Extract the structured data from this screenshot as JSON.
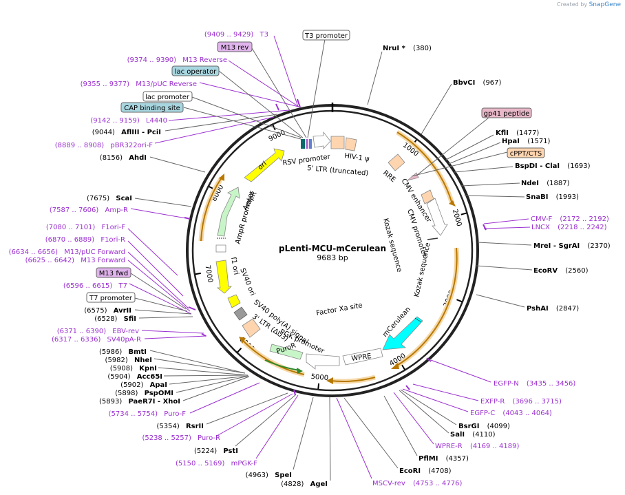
{
  "credit": {
    "prefix": "Created by",
    "brand": "SnapGene"
  },
  "plasmid": {
    "name": "pLenti-MCU-mCerulean",
    "length_label": "9683 bp",
    "total_bp": 9683
  },
  "ticks": [
    {
      "label": "1000",
      "bp": 1000
    },
    {
      "label": "2000",
      "bp": 2000
    },
    {
      "label": "3000",
      "bp": 3000
    },
    {
      "label": "4000",
      "bp": 4000
    },
    {
      "label": "5000",
      "bp": 5000
    },
    {
      "label": "6000",
      "bp": 6000
    },
    {
      "label": "7000",
      "bp": 7000
    },
    {
      "label": "8000",
      "bp": 8000
    },
    {
      "label": "9000",
      "bp": 9000
    }
  ],
  "sites_right": [
    {
      "name": "NruI *",
      "pos": "(380)",
      "bp": 380
    },
    {
      "name": "BbvCI",
      "pos": "(967)",
      "bp": 967
    },
    {
      "name": "KflI",
      "pos": "(1477)",
      "bp": 1477
    },
    {
      "name": "HpaI",
      "pos": "(1571)",
      "bp": 1571
    },
    {
      "name": "BspDI - ClaI",
      "pos": "(1693)",
      "bp": 1693
    },
    {
      "name": "NdeI",
      "pos": "(1887)",
      "bp": 1887
    },
    {
      "name": "SnaBI",
      "pos": "(1993)",
      "bp": 1993
    },
    {
      "name": "MreI - SgrAI",
      "pos": "(2370)",
      "bp": 2370
    },
    {
      "name": "EcoRV",
      "pos": "(2560)",
      "bp": 2560
    },
    {
      "name": "PshAI",
      "pos": "(2847)",
      "bp": 2847
    },
    {
      "name": "BsrGI",
      "pos": "(4099)",
      "bp": 4099
    },
    {
      "name": "SalI",
      "pos": "(4110)",
      "bp": 4110
    },
    {
      "name": "PflMI",
      "pos": "(4357)",
      "bp": 4357
    },
    {
      "name": "EcoRI",
      "pos": "(4708)",
      "bp": 4708
    }
  ],
  "sites_left": [
    {
      "name": "AflIII - PciI",
      "pos": "(9044)",
      "bp": 9044
    },
    {
      "name": "AhdI",
      "pos": "(8156)",
      "bp": 8156
    },
    {
      "name": "ScaI",
      "pos": "(7675)",
      "bp": 7675
    },
    {
      "name": "AvrII",
      "pos": "(6575)",
      "bp": 6575
    },
    {
      "name": "SfiI",
      "pos": "(6528)",
      "bp": 6528
    },
    {
      "name": "BmtI",
      "pos": "(5986)",
      "bp": 5986
    },
    {
      "name": "NheI",
      "pos": "(5982)",
      "bp": 5982
    },
    {
      "name": "KpnI",
      "pos": "(5908)",
      "bp": 5908
    },
    {
      "name": "Acc65I",
      "pos": "(5904)",
      "bp": 5904
    },
    {
      "name": "ApaI",
      "pos": "(5902)",
      "bp": 5902
    },
    {
      "name": "PspOMI",
      "pos": "(5898)",
      "bp": 5898
    },
    {
      "name": "PaeR7I - XhoI",
      "pos": "(5893)",
      "bp": 5893
    },
    {
      "name": "RsrII",
      "pos": "(5354)",
      "bp": 5354
    },
    {
      "name": "PstI",
      "pos": "(5224)",
      "bp": 5224
    },
    {
      "name": "SpeI",
      "pos": "(4963)",
      "bp": 4963
    },
    {
      "name": "AgeI",
      "pos": "(4828)",
      "bp": 4828
    }
  ],
  "primers_right": [
    {
      "name": "CMV-F",
      "pos": "(2172 .. 2192)"
    },
    {
      "name": "LNCX",
      "pos": "(2218 .. 2242)"
    },
    {
      "name": "EGFP-N",
      "pos": "(3435 .. 3456)"
    },
    {
      "name": "EXFP-R",
      "pos": "(3696 .. 3715)"
    },
    {
      "name": "EGFP-C",
      "pos": "(4043 .. 4064)"
    },
    {
      "name": "WPRE-R",
      "pos": "(4169 .. 4189)"
    },
    {
      "name": "MSCV-rev",
      "pos": "(4753 .. 4776)"
    }
  ],
  "primers_left": [
    {
      "name": "T3",
      "pos": "(9409 .. 9429)"
    },
    {
      "name": "M13 Reverse",
      "pos": "(9374 .. 9390)"
    },
    {
      "name": "M13/pUC Reverse",
      "pos": "(9355 .. 9377)"
    },
    {
      "name": "L4440",
      "pos": "(9142 .. 9159)"
    },
    {
      "name": "pBR322ori-F",
      "pos": "(8889 .. 8908)"
    },
    {
      "name": "Amp-R",
      "pos": "(7587 .. 7606)"
    },
    {
      "name": "F1ori-F",
      "pos": "(7080 .. 7101)"
    },
    {
      "name": "F1ori-R",
      "pos": "(6870 .. 6889)"
    },
    {
      "name": "M13/pUC Forward",
      "pos": "(6634 .. 6656)"
    },
    {
      "name": "M13 Forward",
      "pos": "(6625 .. 6642)"
    },
    {
      "name": "T7",
      "pos": "(6596 .. 6615)"
    },
    {
      "name": "EBV-rev",
      "pos": "(6371 .. 6390)"
    },
    {
      "name": "SV40pA-R",
      "pos": "(6317 .. 6336)"
    },
    {
      "name": "Puro-F",
      "pos": "(5734 .. 5754)"
    },
    {
      "name": "Puro-R",
      "pos": "(5238 .. 5257)"
    },
    {
      "name": "mPGK-F",
      "pos": "(5150 .. 5169)"
    }
  ],
  "boxed_labels": [
    {
      "text": "T3 promoter",
      "style": "white"
    },
    {
      "text": "M13 rev",
      "style": "violet"
    },
    {
      "text": "lac operator",
      "style": "teal"
    },
    {
      "text": "lac promoter",
      "style": "white"
    },
    {
      "text": "CAP binding site",
      "style": "teal"
    },
    {
      "text": "M13 fwd",
      "style": "violet"
    },
    {
      "text": "T7 promoter",
      "style": "white"
    },
    {
      "text": "gp41 peptide",
      "style": "pink"
    },
    {
      "text": "cPPT/CTS",
      "style": "peach"
    }
  ],
  "inner_features": {
    "rsv_promoter": "RSV promoter",
    "hiv_psi": "HIV-1 ψ",
    "ltr5": "5' LTR (truncated)",
    "rre": "RRE",
    "cmv_enhancer": "CMV enhancer",
    "cmv_promoter": "CMV promoter",
    "kozak1": "Kozak sequence",
    "kozak2": "Kozak sequence",
    "mcerulean": "mCerulean",
    "factor_xa": "Factor Xa site",
    "wpre": "WPRE",
    "puror": "PuroR",
    "pgk": "PGK promoter",
    "ltr3": "3' LTR (ΔU3)",
    "sv40polya": "SV40 poly(A) signal",
    "sv40ori": "SV40 ori",
    "f1ori": "f1 ori",
    "amp_promoter": "AmpR promoter",
    "ampr": "AmpR",
    "ori": "ori"
  },
  "colors": {
    "primer": "#9b30d0",
    "ori": "#ffff00",
    "ampr": "#c8f5c8",
    "mcerulean": "#00ffff",
    "peach": "#ffd5b0",
    "teal": "#a8d6e0",
    "violet": "#e0b4ec",
    "pink": "#e8b8c8",
    "orf": "#ffa64d"
  }
}
